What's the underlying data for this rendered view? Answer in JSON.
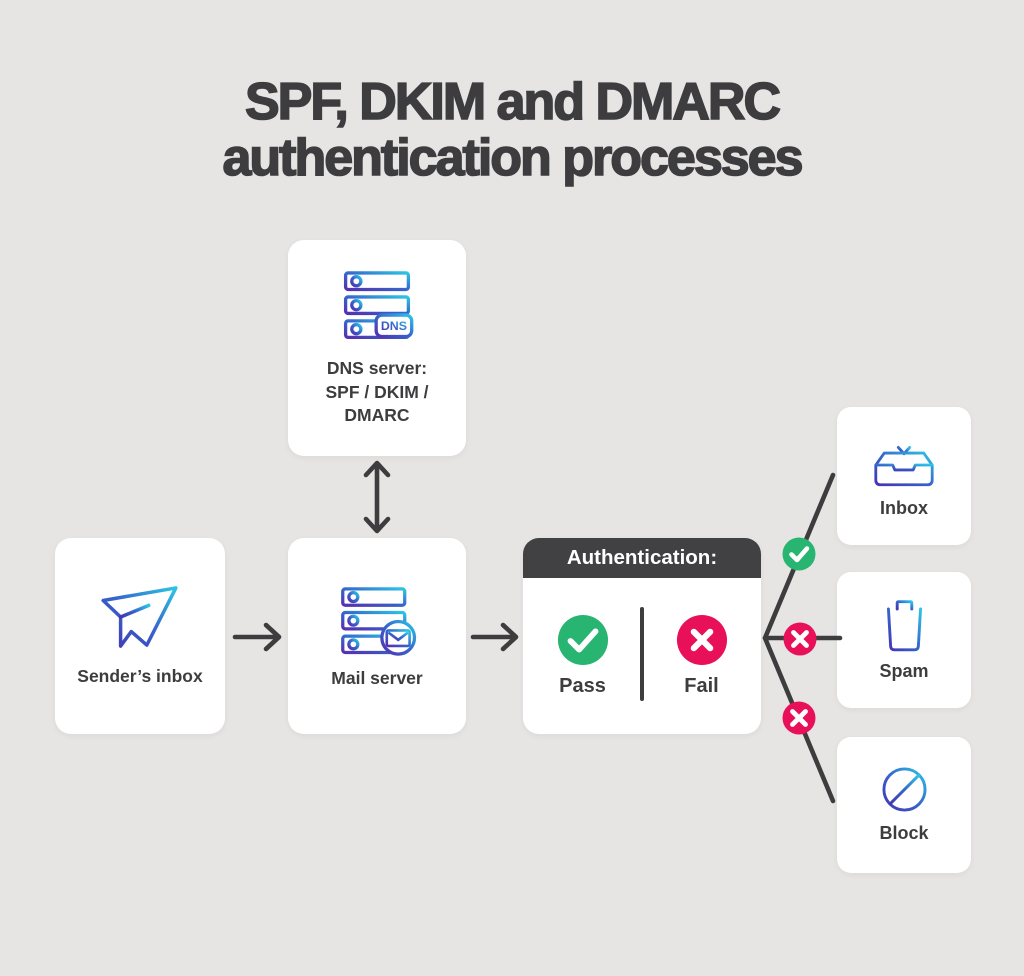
{
  "title": {
    "line1": "SPF, DKIM and DMARC",
    "line2": "authentication processes"
  },
  "colors": {
    "background": "#e7e5e3",
    "card": "#ffffff",
    "ink": "#3d3d3f",
    "header_bg": "#414042",
    "success_green": "#27b571",
    "fail_pink": "#e81159",
    "icon_gradient_start": "#5530b0",
    "icon_gradient_mid": "#3566cc",
    "icon_gradient_end": "#2cc5e6"
  },
  "nodes": {
    "dns_server": {
      "icon": "dns-server-icon",
      "badge": "DNS",
      "label_lines": [
        "DNS server:",
        "SPF / DKIM /",
        "DMARC"
      ]
    },
    "sender_inbox": {
      "icon": "paper-plane-icon",
      "label": "Sender’s inbox"
    },
    "mail_server": {
      "icon": "mail-server-icon",
      "label": "Mail server"
    },
    "authentication": {
      "header": "Authentication:",
      "pass": {
        "icon": "check-circle-icon",
        "label": "Pass"
      },
      "fail": {
        "icon": "x-circle-icon",
        "label": "Fail"
      }
    },
    "inbox": {
      "icon": "inbox-tray-icon",
      "label": "Inbox"
    },
    "spam": {
      "icon": "trash-icon",
      "label": "Spam"
    },
    "block": {
      "icon": "block-icon",
      "label": "Block"
    }
  },
  "connectors": {
    "sender_to_mail": "arrow-right",
    "mail_to_auth": "arrow-right",
    "dns_to_mail": "double-arrow-vertical",
    "outcomes": [
      {
        "target": "Inbox",
        "badge": "check",
        "badge_color": "#27b571"
      },
      {
        "target": "Spam",
        "badge": "x",
        "badge_color": "#e81159"
      },
      {
        "target": "Block",
        "badge": "x",
        "badge_color": "#e81159"
      }
    ]
  }
}
